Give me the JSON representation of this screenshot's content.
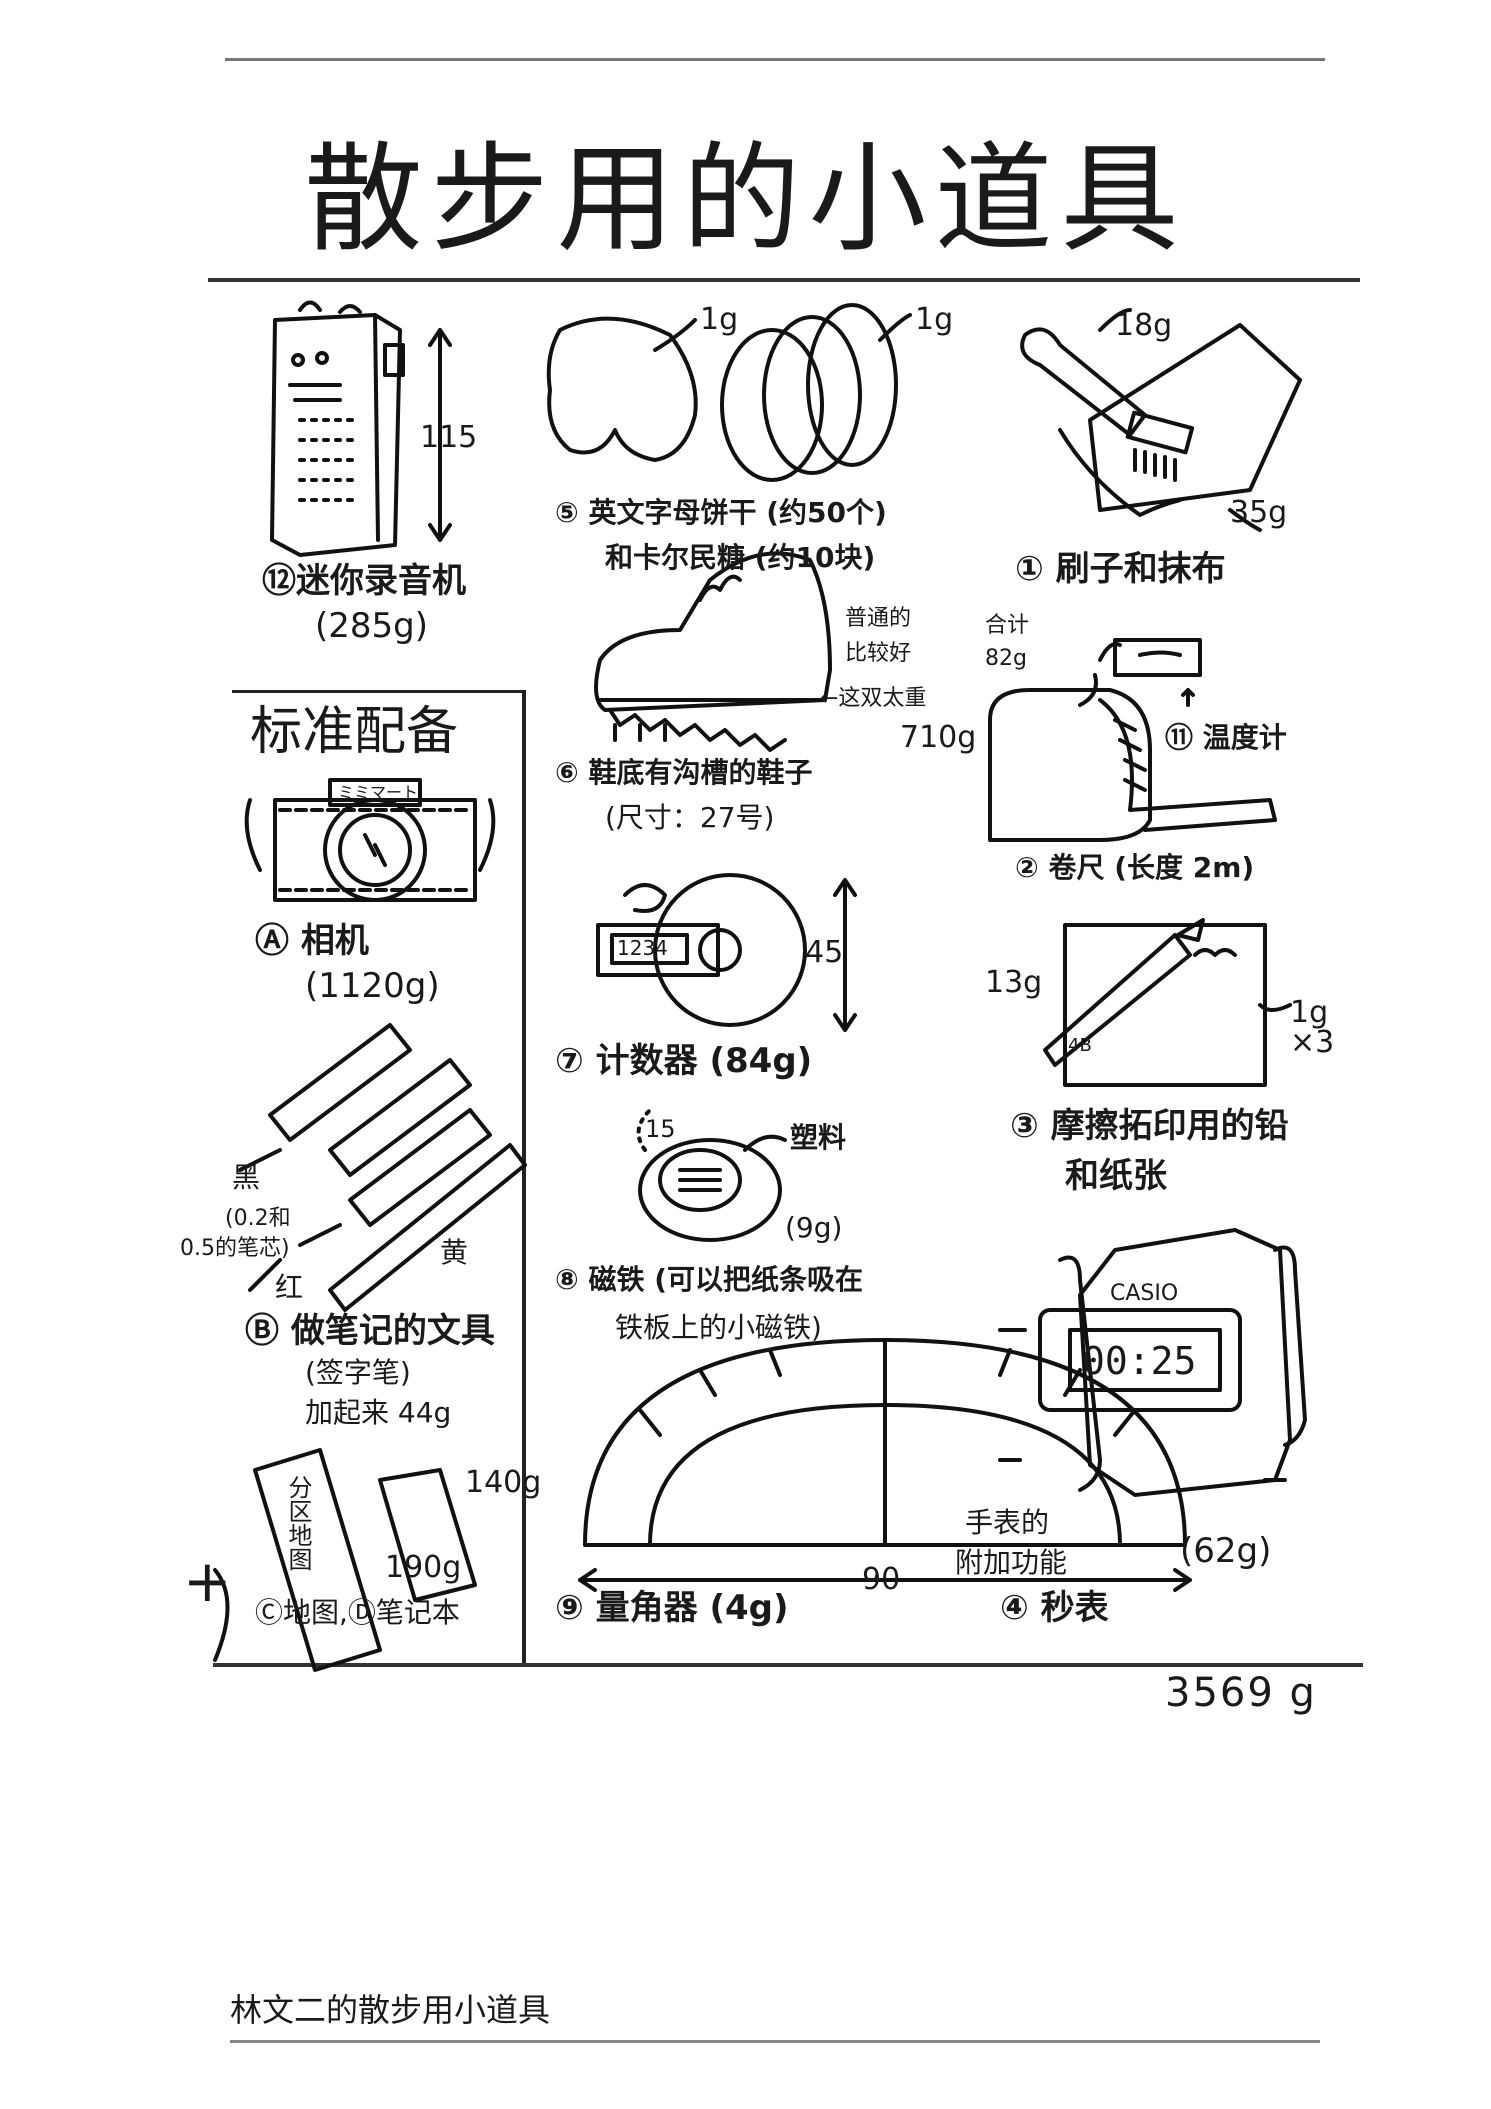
{
  "title": "散步用的小道具",
  "standard_label": "标准配备",
  "items": {
    "recorder": {
      "label": "⑫迷你录音机",
      "weight": "(285g)",
      "dim": "115"
    },
    "biscuits": {
      "label": "⑤ 英文字母饼干 (约50个)",
      "label2": "和卡尔民糖 (约10块)",
      "w1": "1g",
      "w2": "1g"
    },
    "brush": {
      "label": "① 刷子和抹布",
      "w1": "18g",
      "w2": "35g"
    },
    "shoes": {
      "label": "⑥ 鞋底有沟槽的鞋子",
      "label2": "(尺寸：27号)",
      "note1": "普通的",
      "note2": "比较好",
      "note3": "←这双太重",
      "weight": "710g"
    },
    "thermo": {
      "label": "⑪ 温度计",
      "total1": "合计",
      "total2": "82g"
    },
    "tape": {
      "label": "② 卷尺 (长度 2m)"
    },
    "camera": {
      "label": "Ⓐ 相机",
      "weight": "(1120g)",
      "brand": "ミミマート"
    },
    "counter": {
      "label": "⑦ 计数器 (84g)",
      "display": "1234",
      "dim": "45"
    },
    "pencil": {
      "label": "③ 摩擦拓印用的铅",
      "label2": "和纸张",
      "w1": "13g",
      "w2": "1g",
      "w3": "×3",
      "mark": "4B"
    },
    "pens": {
      "label": "Ⓑ 做笔记的文具",
      "label2": "(签字笔)",
      "label3": "加起来 44g",
      "black": "黑",
      "black_note1": "(0.2和",
      "black_note2": "0.5的笔芯)",
      "red": "红",
      "yellow": "黄"
    },
    "magnet": {
      "label": "⑧ 磁铁 (可以把纸条吸在",
      "label2": "铁板上的小磁铁)",
      "material": "塑料",
      "weight": "(9g)",
      "dim": "15"
    },
    "watch": {
      "label": "④ 秒表",
      "weight": "(62g)",
      "note1": "手表的",
      "note2": "附加功能",
      "brand": "CASIO",
      "display": "00:25"
    },
    "map": {
      "label": "Ⓒ地图,Ⓓ笔记本",
      "map_title": "分区地图",
      "w1": "140g",
      "w2": "190g"
    },
    "protractor": {
      "label": "⑨ 量角器 (4g)",
      "dim": "90"
    }
  },
  "plus": "+",
  "total": "3569 g",
  "footer": "林文二的散步用小道具"
}
